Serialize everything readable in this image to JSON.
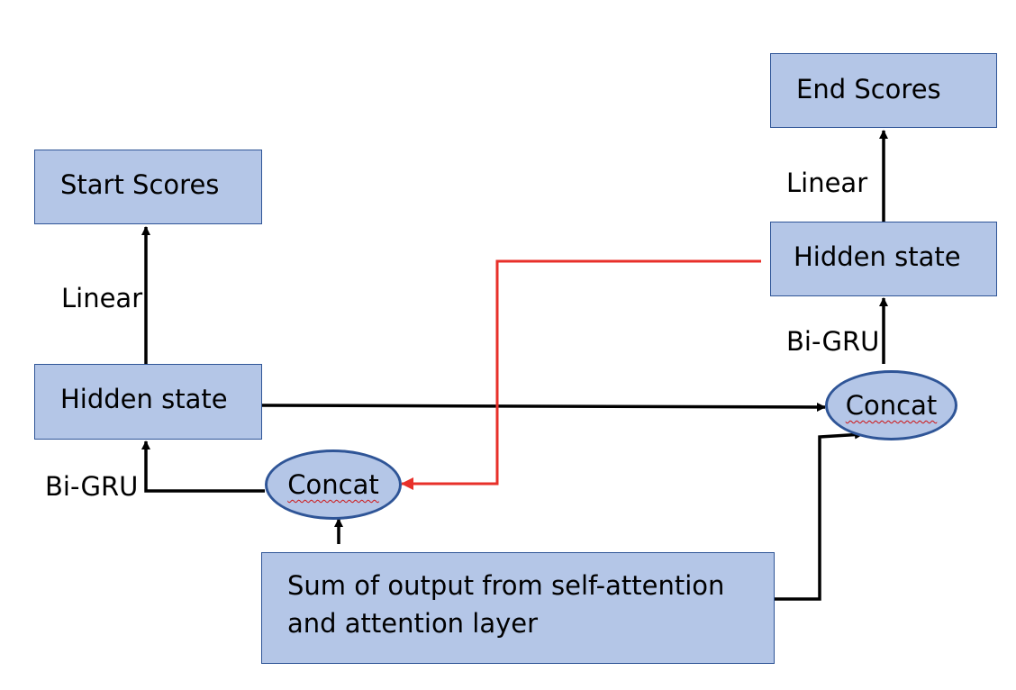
{
  "nodes": {
    "start_scores": "Start Scores",
    "end_scores": "End Scores",
    "hidden_state_left": "Hidden state",
    "hidden_state_right": "Hidden state",
    "concat_left": "Concat",
    "concat_right": "Concat",
    "sum_line1": "Sum of output from self-attention",
    "sum_line2": "and attention layer"
  },
  "edge_labels": {
    "linear_left": "Linear",
    "linear_right": "Linear",
    "bigru_left": "Bi-GRU",
    "bigru_right": "Bi-GRU"
  },
  "colors": {
    "box_fill": "#b4c6e7",
    "box_border": "#2f5597",
    "arrow": "#000000",
    "highlight_arrow": "#e8302a"
  }
}
